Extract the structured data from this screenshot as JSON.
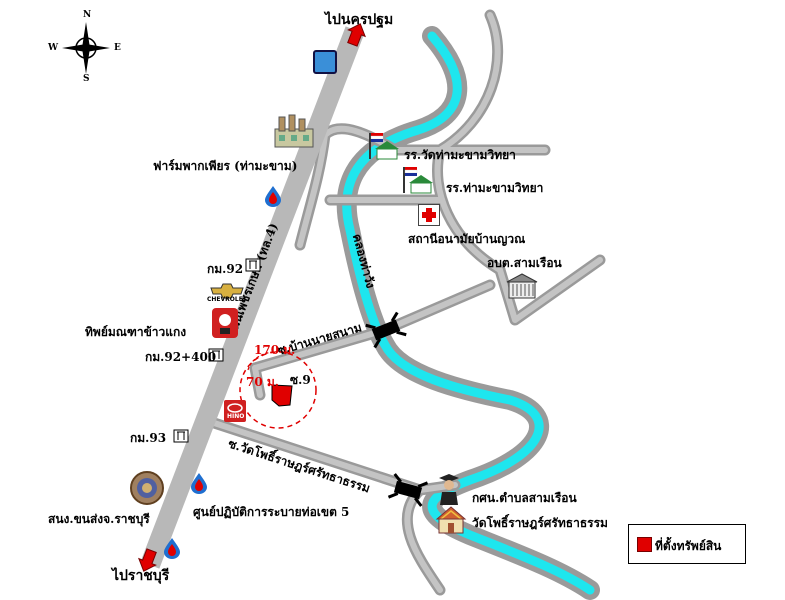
{
  "compass": {
    "n": "N",
    "s": "S",
    "e": "E",
    "w": "W"
  },
  "destinations": {
    "north": "ไปนครปฐม",
    "south": "ไปราชบุรี"
  },
  "roads": {
    "highway": "ถนนเพชรเกษม (ทล.4)",
    "soi_ban_nai_sanam": "ซ.บ้านนายสนาม",
    "soi_wat_pho": "ซ.วัดโพธิ์ราษฎร์ศรัทธาธรรม",
    "soi_9": "ซ.9"
  },
  "canal": "คลองท่าวัง",
  "distances": {
    "d1": "170 ม.",
    "d2": "70 ม."
  },
  "places": {
    "farm": "ฟาร์มพากเพียร (ท่ามะขาม)",
    "school1": "รร.วัดท่ามะขามวิทยา",
    "school2": "รร.ท่ามะขามวิทยา",
    "health": "สถานีอนามัยบ้านญวณ",
    "obt": "อบต.สามเรือน",
    "km92": "กม.92",
    "restaurant": "ทิพย์มณฑาข้าวแกง",
    "km92_400": "กม.92+400",
    "km93": "กม.93",
    "transport": "สนง.ขนส่งจ.ราชบุรี",
    "center": "ศูนย์ปฏิบัติการระบายท่อเขต 5",
    "kshn": "กศน.ตำบลสามเรือน",
    "temple": "วัดโพธิ์ราษฎร์ศรัทธาธรรม"
  },
  "brands": {
    "chevrolet": "CHEVROLET",
    "hino": "HINO"
  },
  "legend": {
    "label": "ที่ตั้งทรัพย์สิน"
  },
  "colors": {
    "road": "#c0c0c0",
    "road_edge": "#8a8a8a",
    "canal": "#1ee6ee",
    "property": "#e00000",
    "petrol_blue": "#1f6fd0"
  }
}
